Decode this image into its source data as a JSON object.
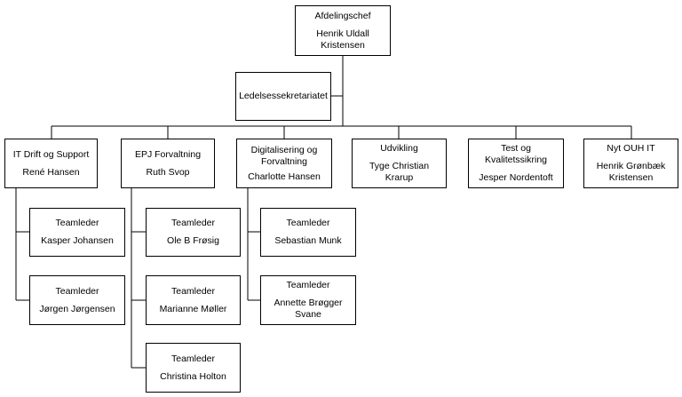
{
  "chart": {
    "head": {
      "title": "Afdelingschef",
      "name": "Henrik Uldall\nKristensen"
    },
    "staff": {
      "title": "Ledelsessekretariatet"
    },
    "divisions": [
      {
        "title": "IT Drift og Support",
        "name": "René Hansen",
        "teams": [
          {
            "title": "Teamleder",
            "name": "Kasper Johansen"
          },
          {
            "title": "Teamleder",
            "name": "Jørgen Jørgensen"
          }
        ]
      },
      {
        "title": "EPJ Forvaltning",
        "name": "Ruth Svop",
        "teams": [
          {
            "title": "Teamleder",
            "name": "Ole B Frøsig"
          },
          {
            "title": "Teamleder",
            "name": "Marianne Møller"
          },
          {
            "title": "Teamleder",
            "name": "Christina Holton"
          }
        ]
      },
      {
        "title": "Digitalisering og\nForvaltning",
        "name": "Charlotte Hansen",
        "teams": [
          {
            "title": "Teamleder",
            "name": "Sebastian Munk"
          },
          {
            "title": "Teamleder",
            "name": "Annette Brøgger Svane"
          }
        ]
      },
      {
        "title": "Udvikling",
        "name": "Tyge Christian Krarup",
        "teams": []
      },
      {
        "title": "Test og Kvalitetssikring",
        "name": "Jesper Nordentoft",
        "teams": []
      },
      {
        "title": "Nyt OUH IT",
        "name": "Henrik Grønbæk\nKristensen",
        "teams": []
      }
    ]
  }
}
